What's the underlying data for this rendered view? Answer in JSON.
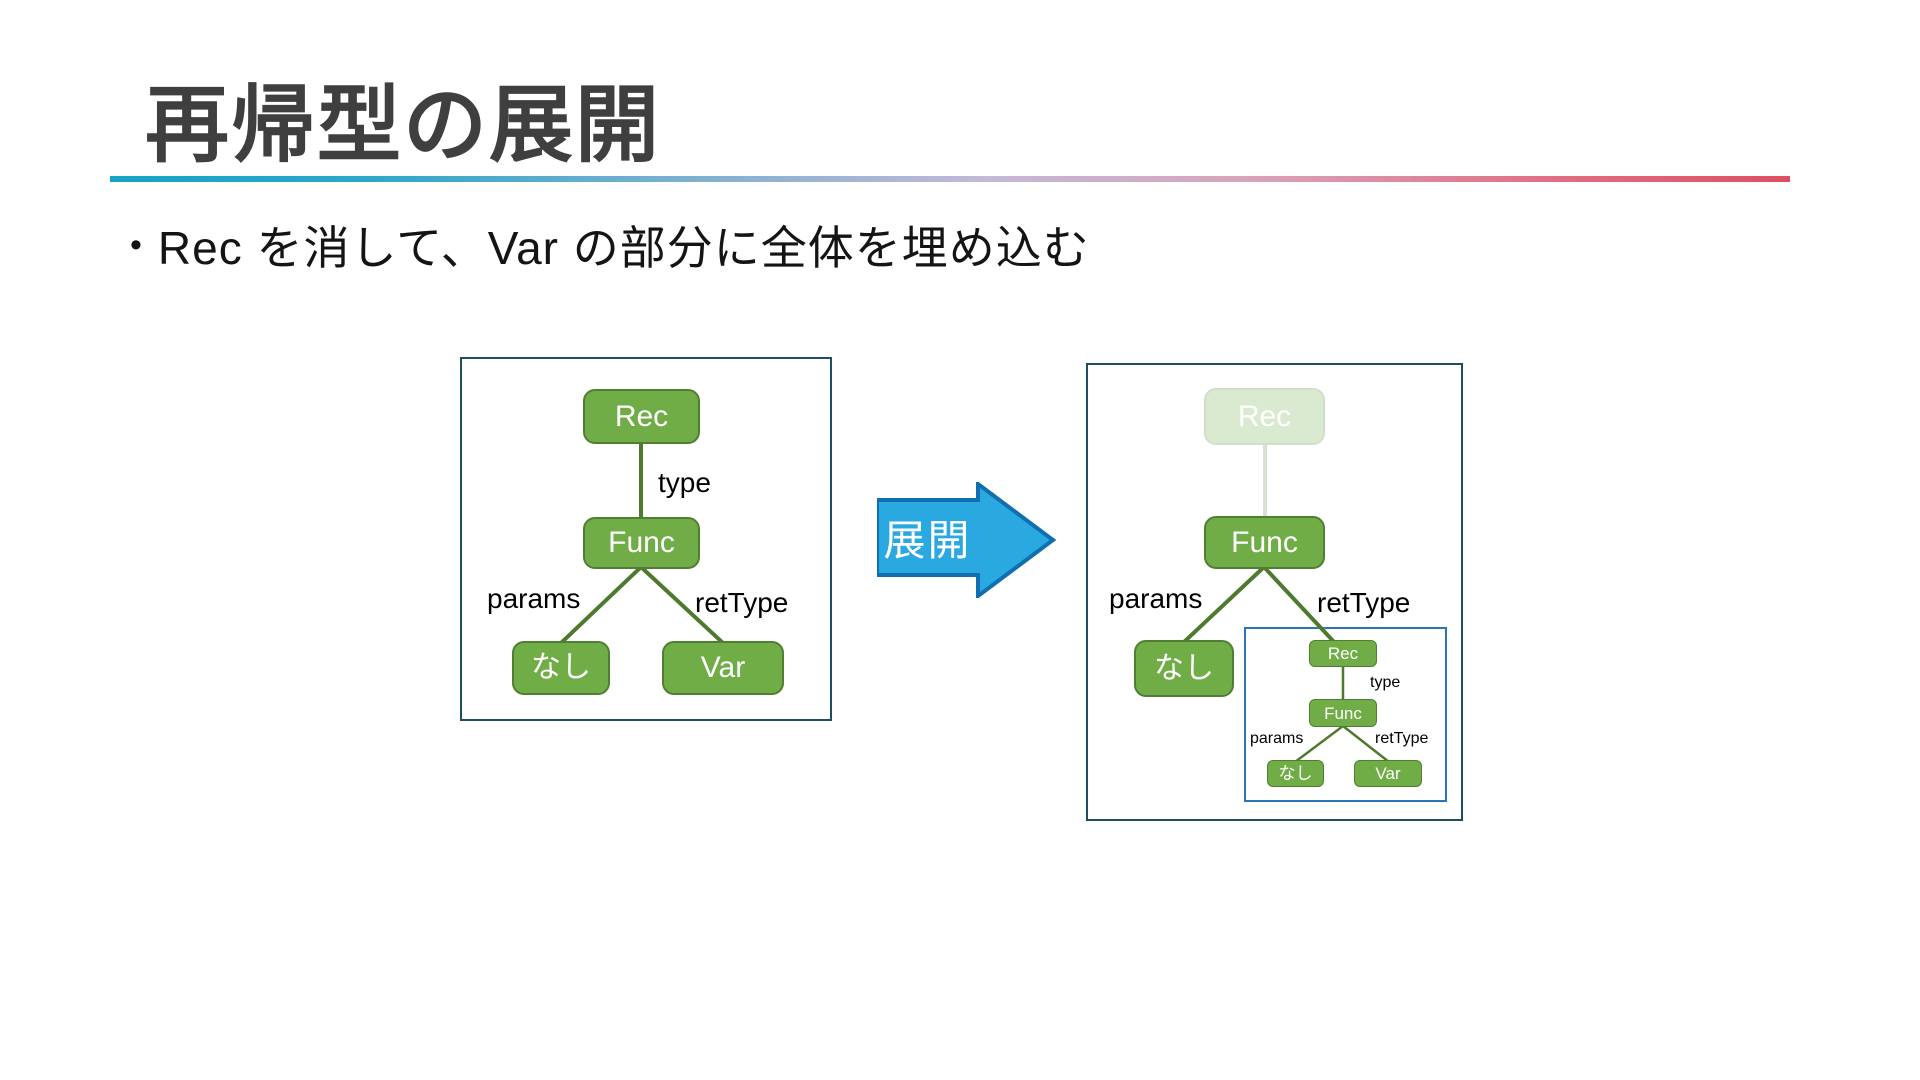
{
  "title": "再帰型の展開",
  "bullet": {
    "marker": "•",
    "text": "Rec を消して、Var の部分に全体を埋め込む"
  },
  "arrow": {
    "label": "展開"
  },
  "left_tree": {
    "rec": "Rec",
    "type": "type",
    "func": "Func",
    "params": "params",
    "rettype": "retType",
    "none": "なし",
    "var": "Var"
  },
  "right_tree": {
    "rec_faded": "Rec",
    "func": "Func",
    "params": "params",
    "rettype": "retType",
    "none": "なし",
    "inner": {
      "rec": "Rec",
      "type": "type",
      "func": "Func",
      "params": "params",
      "rettype": "retType",
      "none": "なし",
      "var": "Var"
    }
  },
  "colors": {
    "node_fill": "#70AD47",
    "node_border": "#507E32",
    "edge": "#4E7A2E",
    "outer_box_border": "#1F4E5F",
    "inner_box_border": "#2E75B6",
    "arrow_fill": "#29A9E0",
    "arrow_border": "#0F6FB0",
    "rule_left": "#16A3C6",
    "rule_right": "#DF4F63"
  }
}
